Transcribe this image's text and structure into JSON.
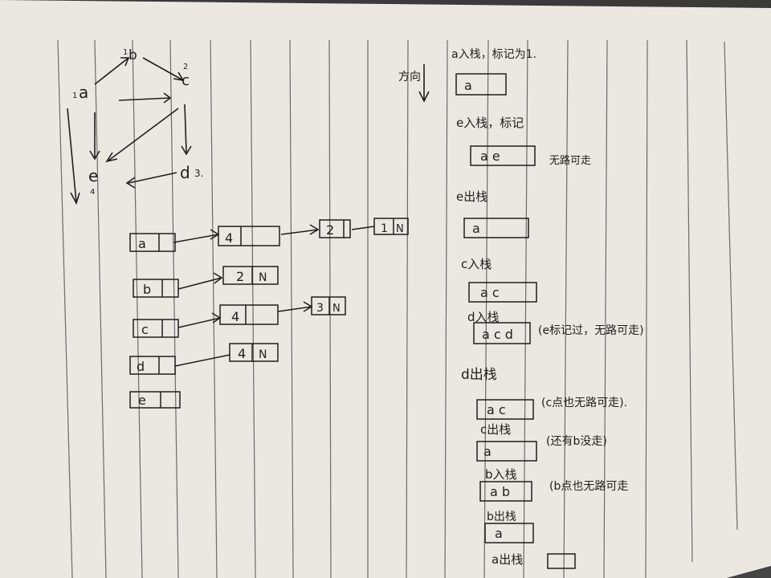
{
  "graph": {
    "nodes": [
      {
        "label": "a",
        "mark": "1"
      },
      {
        "label": "b",
        "mark": "1"
      },
      {
        "label": "c",
        "mark": "2"
      },
      {
        "label": "d",
        "mark": "3."
      },
      {
        "label": "e",
        "mark": "4"
      }
    ]
  },
  "adjacency": {
    "heads": [
      "a",
      "b",
      "c",
      "d",
      "e"
    ],
    "nodes": [
      "4",
      "2",
      "1",
      "N",
      "2",
      "N",
      "4",
      "3",
      "N",
      "4",
      "N"
    ]
  },
  "direction_note": "方向",
  "steps": [
    {
      "text": "a入栈，标记为1.",
      "stack": "a",
      "note": ""
    },
    {
      "text": "e入栈，标记",
      "stack": "a e",
      "note": "无路可走"
    },
    {
      "text": "e出栈",
      "stack": "a",
      "note": ""
    },
    {
      "text": "c入栈",
      "stack": "a c",
      "note": ""
    },
    {
      "text": "d入栈",
      "stack": "a c d",
      "note": "(e标记过，无路可走)"
    },
    {
      "text": "d出栈",
      "stack": "a c",
      "note": "(c点也无路可走)."
    },
    {
      "text": "c出栈",
      "stack": "a",
      "note": "(还有b没走)"
    },
    {
      "text": "b入栈",
      "stack": "a b",
      "note": "(b点也无路可走"
    },
    {
      "text": "b出栈",
      "stack": "a",
      "note": ""
    },
    {
      "text": "a出栈",
      "stack": "",
      "note": ""
    }
  ]
}
